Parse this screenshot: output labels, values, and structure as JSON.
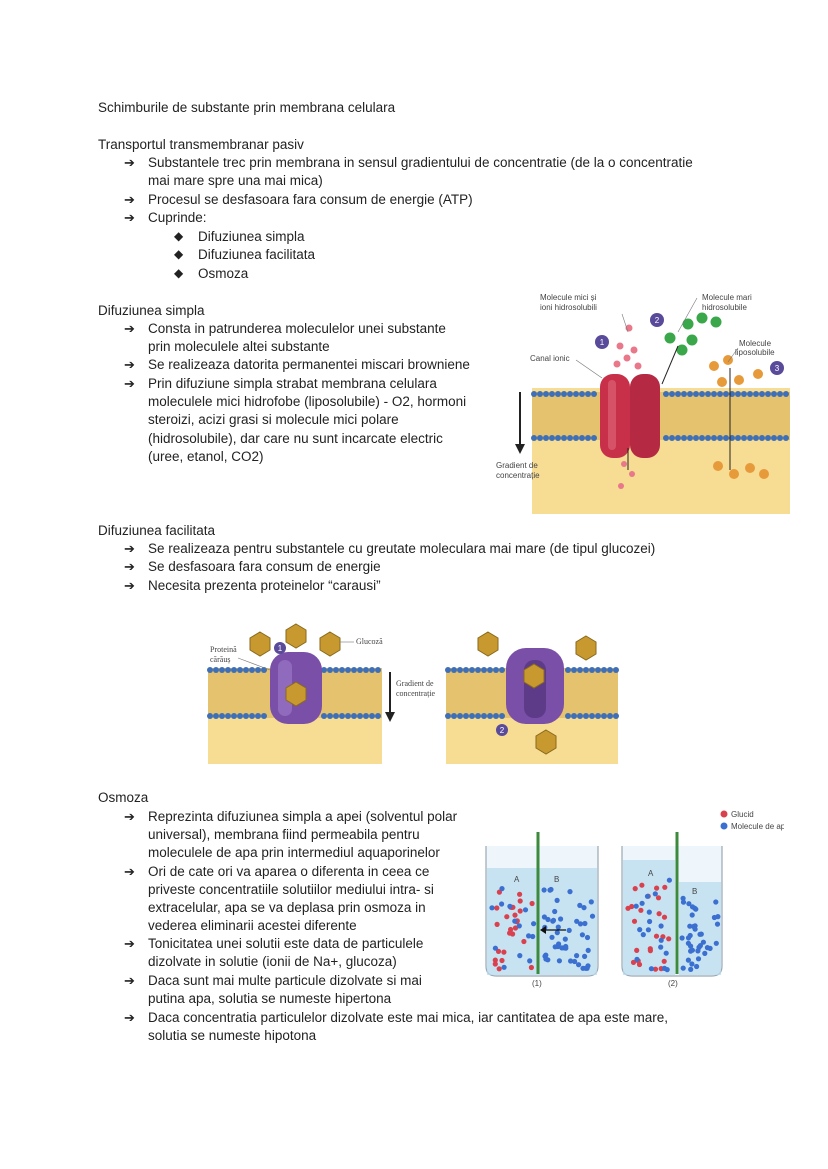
{
  "title": "Schimburile de substante prin membrana celulara",
  "pasiv": {
    "heading": "Transportul transmembranar pasiv",
    "items": [
      "Substantele trec prin membrana in sensul gradientului de concentratie (de la o concentratie",
      "mai mare spre una mai mica)",
      "Procesul se desfasoara fara consum de energie (ATP)",
      "Cuprinde:"
    ],
    "sub": [
      "Difuziunea simpla",
      "Difuziunea facilitata",
      "Osmoza"
    ]
  },
  "simpla": {
    "heading": "Difuziunea simpla",
    "lines": [
      "Consta in patrunderea moleculelor unei substante",
      "prin moleculele altei substante",
      "Se realizeaza datorita permanentei miscari browniene",
      "Prin difuziune simpla strabat membrana celulara",
      "moleculele mici hidrofobe (liposolubile) - O2, hormoni",
      "steroizi, acizi grasi si molecule mici polare",
      "(hidrosolubile), dar care nu sunt incarcate electric",
      "(uree, etanol, CO2)"
    ],
    "figure": {
      "label_small": "Molecule mici și",
      "label_small2": "ioni hidrosolubili",
      "label_large": "Molecule mari",
      "label_large2": "hidrosolubile",
      "label_lipo": "Molecule",
      "label_lipo2": "liposolubile",
      "label_canal": "Canal ionic",
      "label_gradient": "Gradient de",
      "label_gradient2": "concentrație",
      "n1": "1",
      "n2": "2",
      "n3": "3"
    }
  },
  "facilitata": {
    "heading": "Difuziunea facilitata",
    "items": [
      "Se realizeaza pentru substantele cu greutate moleculara mai mare (de tipul glucozei)",
      "Se desfasoara fara consum de energie",
      "Necesita prezenta proteinelor “carausi”"
    ],
    "figure": {
      "label_protein": "Proteină",
      "label_protein2": "cărăuș",
      "label_glucoza": "Glucoză",
      "label_gradient": "Gradient de",
      "label_gradient2": "concentrație",
      "n1": "1",
      "n2": "2"
    }
  },
  "osmoza": {
    "heading": "Osmoza",
    "lines": [
      "Reprezinta difuziunea simpla a apei (solventul polar",
      "universal), membrana fiind permeabila pentru",
      "moleculele de apa prin intermediul aquaporinelor",
      "Ori de cate ori va aparea o diferenta in ceea ce",
      "priveste concentratiile solutiilor mediului intra- si",
      "extracelular, apa se va deplasa prin osmoza in",
      "vederea eliminarii acestei diferente",
      "Tonicitatea unei solutii este data de particulele",
      "dizolvate in solutie (ionii de Na+, glucoza)",
      "Daca sunt mai multe particule dizolvate si mai",
      "putina apa, solutia se numeste hipertona",
      "Daca concentratia particulelor dizolvate este mai mica, iar cantitatea de apa este mare,",
      "solutia se numeste hipotona"
    ],
    "figure": {
      "legend_glucid": "Glucid",
      "legend_apa": "Molecule de apă",
      "a": "A",
      "b": "B",
      "cap1": "(1)",
      "cap2": "(2)"
    }
  },
  "colors": {
    "glucid": "#d9414f",
    "apa": "#3b6fd0",
    "canal": "#c8304a",
    "carrier": "#7a4fa8",
    "glucose": "#c8992f",
    "marker": "#5a4a9a"
  }
}
